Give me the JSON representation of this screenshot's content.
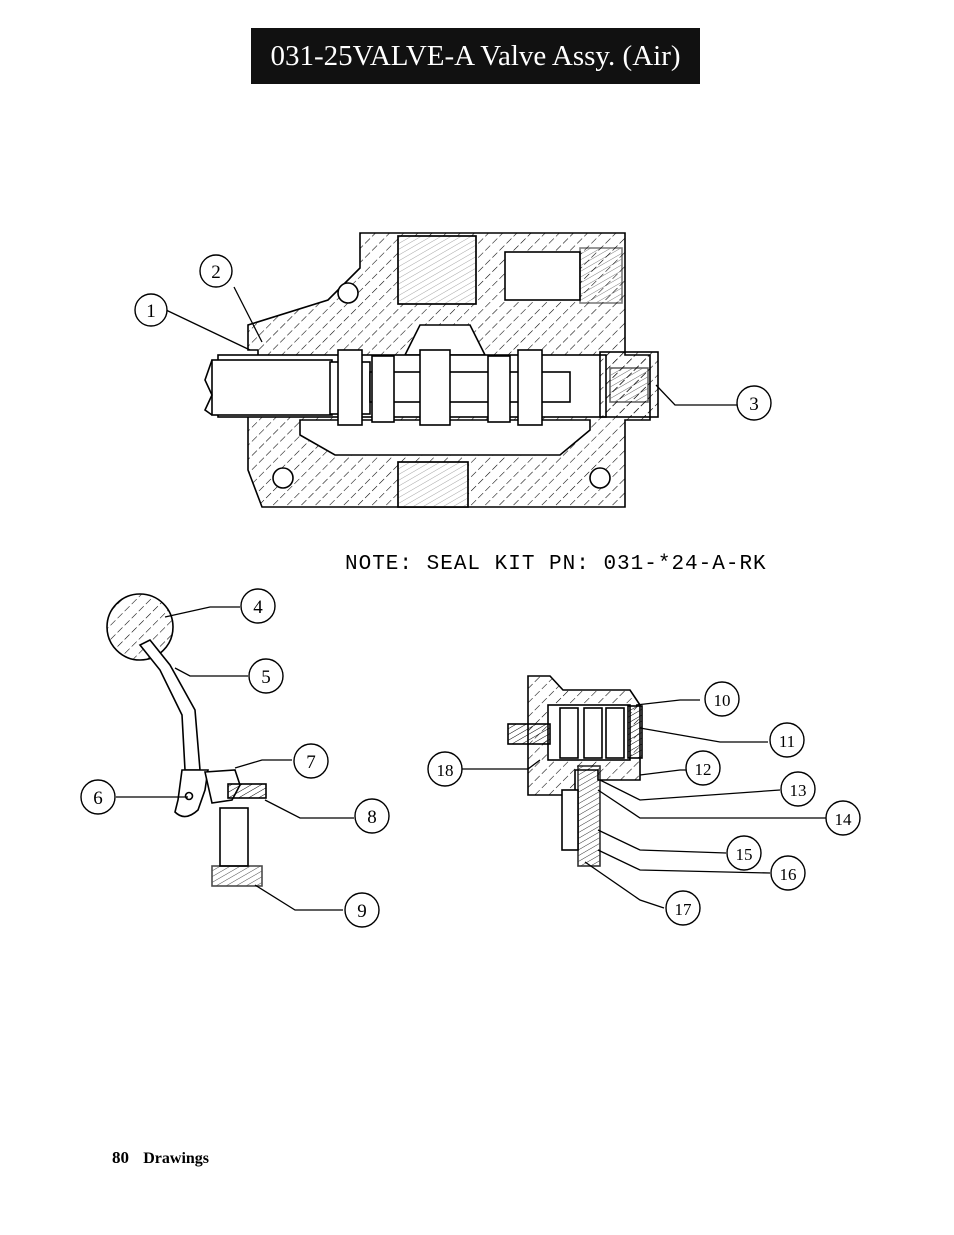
{
  "title": "031-25VALVE-A Valve Assy. (Air)",
  "note": "NOTE: SEAL KIT PN: 031-*24-A-RK",
  "callouts": [
    "1",
    "2",
    "3",
    "4",
    "5",
    "6",
    "7",
    "8",
    "9",
    "10",
    "11",
    "12",
    "13",
    "14",
    "15",
    "16",
    "17",
    "18"
  ],
  "footer": {
    "page_number": "80",
    "section": "Drawings"
  }
}
